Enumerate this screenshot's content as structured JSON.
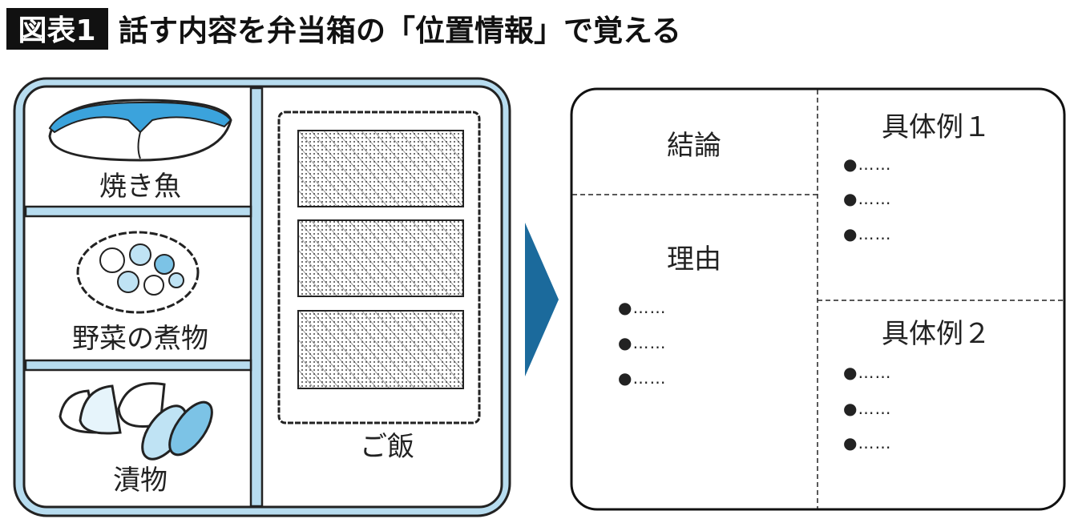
{
  "header": {
    "badge": "図表1",
    "title": "話す内容を弁当箱の「位置情報」で覚える"
  },
  "bento": {
    "compartments": [
      {
        "label": "焼き魚"
      },
      {
        "label": "野菜の煮物"
      },
      {
        "label": "漬物"
      },
      {
        "label": "ご飯"
      }
    ]
  },
  "outline": {
    "conclusion": "結論",
    "reason": "理由",
    "example1": "具体例１",
    "example2": "具体例２",
    "bullet_text": "●……"
  },
  "colors": {
    "accent_blue": "#1b6a9c",
    "bento_blue": "#b7dcef",
    "fish_blue": "#3ba3dc"
  }
}
